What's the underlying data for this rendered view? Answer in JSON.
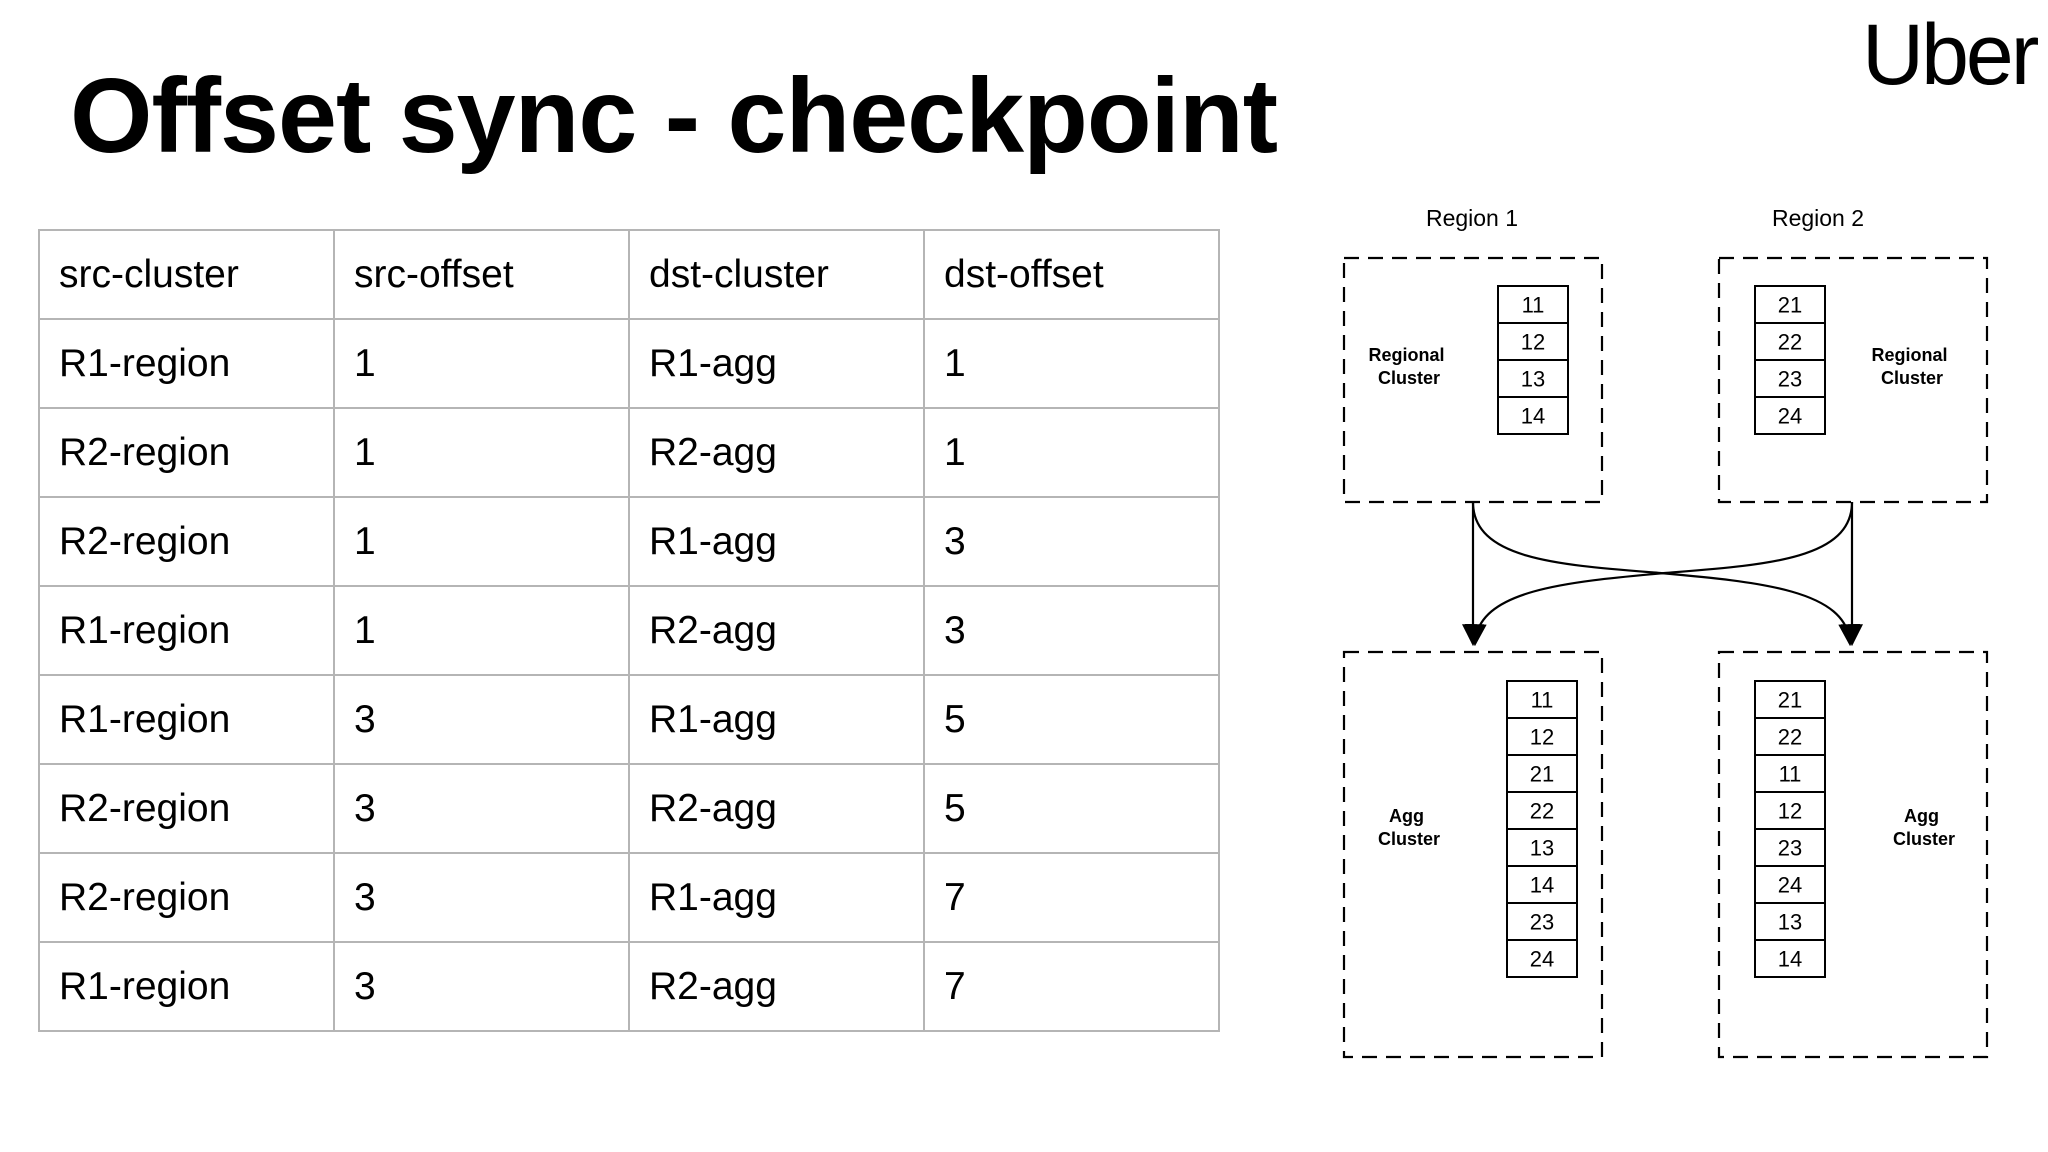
{
  "slide": {
    "title": "Offset sync - checkpoint",
    "brand_logo": "Uber"
  },
  "table": {
    "headers": [
      "src-cluster",
      "src-offset",
      "dst-cluster",
      "dst-offset"
    ],
    "rows": [
      [
        "R1-region",
        "1",
        "R1-agg",
        "1"
      ],
      [
        "R2-region",
        "1",
        "R2-agg",
        "1"
      ],
      [
        "R2-region",
        "1",
        "R1-agg",
        "3"
      ],
      [
        "R1-region",
        "1",
        "R2-agg",
        "3"
      ],
      [
        "R1-region",
        "3",
        "R1-agg",
        "5"
      ],
      [
        "R2-region",
        "3",
        "R2-agg",
        "5"
      ],
      [
        "R2-region",
        "3",
        "R1-agg",
        "7"
      ],
      [
        "R1-region",
        "3",
        "R2-agg",
        "7"
      ]
    ]
  },
  "diagram": {
    "region1": {
      "label": "Region 1",
      "regional_cluster_label_line1": "Regional",
      "regional_cluster_label_line2": "Cluster",
      "regional_partitions": [
        "11",
        "12",
        "13",
        "14"
      ],
      "agg_cluster_label_line1": "Agg",
      "agg_cluster_label_line2": "Cluster",
      "agg_partitions": [
        "11",
        "12",
        "21",
        "22",
        "13",
        "14",
        "23",
        "24"
      ]
    },
    "region2": {
      "label": "Region 2",
      "regional_cluster_label_line1": "Regional",
      "regional_cluster_label_line2": "Cluster",
      "regional_partitions": [
        "21",
        "22",
        "23",
        "24"
      ],
      "agg_cluster_label_line1": "Agg",
      "agg_cluster_label_line2": "Cluster",
      "agg_partitions": [
        "21",
        "22",
        "11",
        "12",
        "23",
        "24",
        "13",
        "14"
      ]
    }
  }
}
